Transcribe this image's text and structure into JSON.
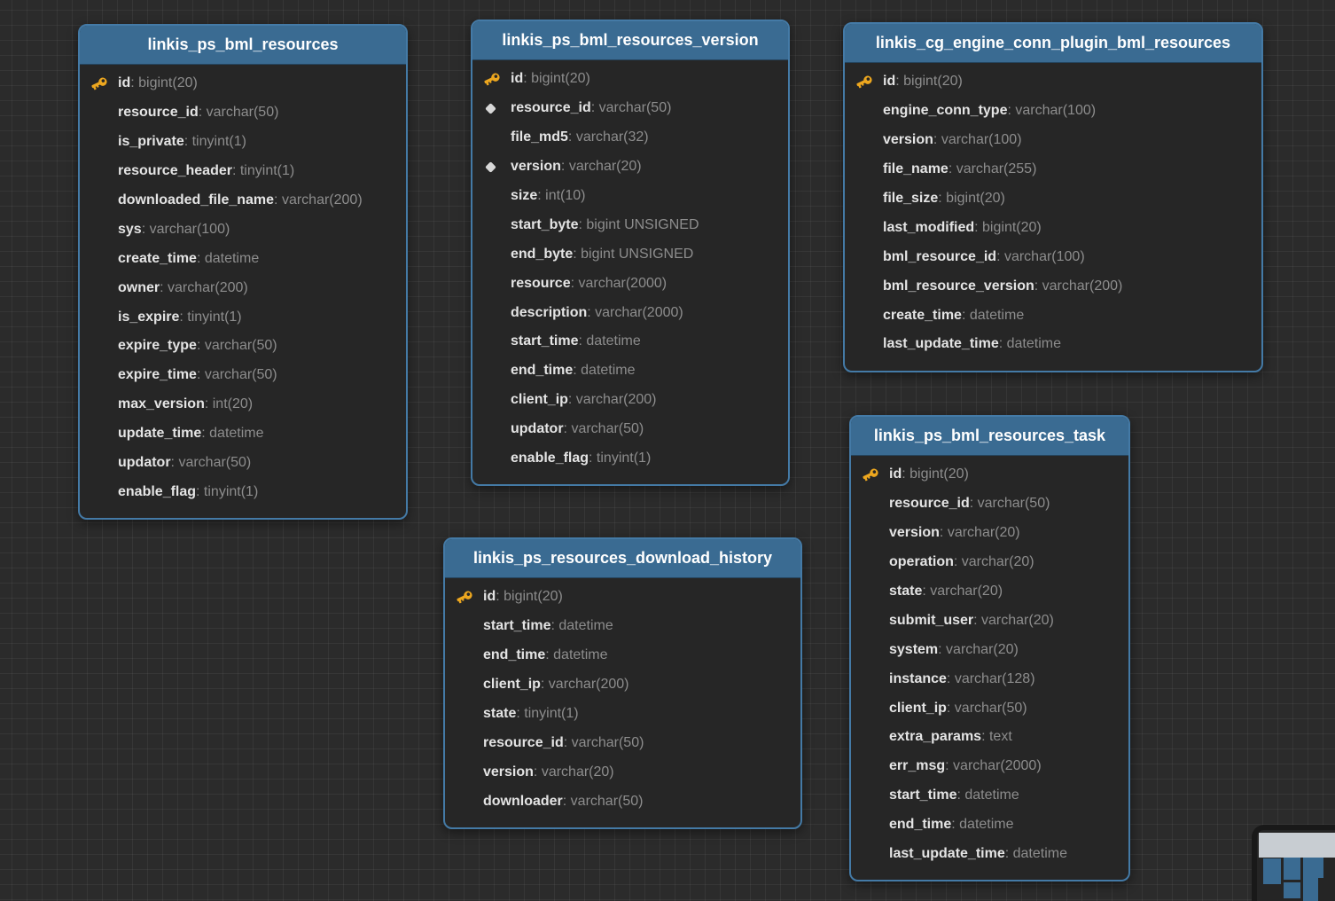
{
  "diagram": {
    "tables": [
      {
        "name": "linkis_ps_bml_resources",
        "fields": [
          {
            "name": "id",
            "type": "bigint(20)",
            "icon": "primary-key"
          },
          {
            "name": "resource_id",
            "type": "varchar(50)",
            "icon": null
          },
          {
            "name": "is_private",
            "type": "tinyint(1)",
            "icon": null
          },
          {
            "name": "resource_header",
            "type": "tinyint(1)",
            "icon": null
          },
          {
            "name": "downloaded_file_name",
            "type": "varchar(200)",
            "icon": null
          },
          {
            "name": "sys",
            "type": "varchar(100)",
            "icon": null
          },
          {
            "name": "create_time",
            "type": "datetime",
            "icon": null
          },
          {
            "name": "owner",
            "type": "varchar(200)",
            "icon": null
          },
          {
            "name": "is_expire",
            "type": "tinyint(1)",
            "icon": null
          },
          {
            "name": "expire_type",
            "type": "varchar(50)",
            "icon": null
          },
          {
            "name": "expire_time",
            "type": "varchar(50)",
            "icon": null
          },
          {
            "name": "max_version",
            "type": "int(20)",
            "icon": null
          },
          {
            "name": "update_time",
            "type": "datetime",
            "icon": null
          },
          {
            "name": "updator",
            "type": "varchar(50)",
            "icon": null
          },
          {
            "name": "enable_flag",
            "type": "tinyint(1)",
            "icon": null
          }
        ]
      },
      {
        "name": "linkis_ps_bml_resources_version",
        "fields": [
          {
            "name": "id",
            "type": "bigint(20)",
            "icon": "primary-key"
          },
          {
            "name": "resource_id",
            "type": "varchar(50)",
            "icon": "index"
          },
          {
            "name": "file_md5",
            "type": "varchar(32)",
            "icon": null
          },
          {
            "name": "version",
            "type": "varchar(20)",
            "icon": "index"
          },
          {
            "name": "size",
            "type": "int(10)",
            "icon": null
          },
          {
            "name": "start_byte",
            "type": "bigint UNSIGNED",
            "icon": null
          },
          {
            "name": "end_byte",
            "type": "bigint UNSIGNED",
            "icon": null
          },
          {
            "name": "resource",
            "type": "varchar(2000)",
            "icon": null
          },
          {
            "name": "description",
            "type": "varchar(2000)",
            "icon": null
          },
          {
            "name": "start_time",
            "type": "datetime",
            "icon": null
          },
          {
            "name": "end_time",
            "type": "datetime",
            "icon": null
          },
          {
            "name": "client_ip",
            "type": "varchar(200)",
            "icon": null
          },
          {
            "name": "updator",
            "type": "varchar(50)",
            "icon": null
          },
          {
            "name": "enable_flag",
            "type": "tinyint(1)",
            "icon": null
          }
        ]
      },
      {
        "name": "linkis_cg_engine_conn_plugin_bml_resources",
        "fields": [
          {
            "name": "id",
            "type": "bigint(20)",
            "icon": "primary-key"
          },
          {
            "name": "engine_conn_type",
            "type": "varchar(100)",
            "icon": null
          },
          {
            "name": "version",
            "type": "varchar(100)",
            "icon": null
          },
          {
            "name": "file_name",
            "type": "varchar(255)",
            "icon": null
          },
          {
            "name": "file_size",
            "type": "bigint(20)",
            "icon": null
          },
          {
            "name": "last_modified",
            "type": "bigint(20)",
            "icon": null
          },
          {
            "name": "bml_resource_id",
            "type": "varchar(100)",
            "icon": null
          },
          {
            "name": "bml_resource_version",
            "type": "varchar(200)",
            "icon": null
          },
          {
            "name": "create_time",
            "type": "datetime",
            "icon": null
          },
          {
            "name": "last_update_time",
            "type": "datetime",
            "icon": null
          }
        ]
      },
      {
        "name": "linkis_ps_resources_download_history",
        "fields": [
          {
            "name": "id",
            "type": "bigint(20)",
            "icon": "primary-key"
          },
          {
            "name": "start_time",
            "type": "datetime",
            "icon": null
          },
          {
            "name": "end_time",
            "type": "datetime",
            "icon": null
          },
          {
            "name": "client_ip",
            "type": "varchar(200)",
            "icon": null
          },
          {
            "name": "state",
            "type": "tinyint(1)",
            "icon": null
          },
          {
            "name": "resource_id",
            "type": "varchar(50)",
            "icon": null
          },
          {
            "name": "version",
            "type": "varchar(20)",
            "icon": null
          },
          {
            "name": "downloader",
            "type": "varchar(50)",
            "icon": null
          }
        ]
      },
      {
        "name": "linkis_ps_bml_resources_task",
        "fields": [
          {
            "name": "id",
            "type": "bigint(20)",
            "icon": "primary-key"
          },
          {
            "name": "resource_id",
            "type": "varchar(50)",
            "icon": null
          },
          {
            "name": "version",
            "type": "varchar(20)",
            "icon": null
          },
          {
            "name": "operation",
            "type": "varchar(20)",
            "icon": null
          },
          {
            "name": "state",
            "type": "varchar(20)",
            "icon": null
          },
          {
            "name": "submit_user",
            "type": "varchar(20)",
            "icon": null
          },
          {
            "name": "system",
            "type": "varchar(20)",
            "icon": null
          },
          {
            "name": "instance",
            "type": "varchar(128)",
            "icon": null
          },
          {
            "name": "client_ip",
            "type": "varchar(50)",
            "icon": null
          },
          {
            "name": "extra_params",
            "type": "text",
            "icon": null
          },
          {
            "name": "err_msg",
            "type": "varchar(2000)",
            "icon": null
          },
          {
            "name": "start_time",
            "type": "datetime",
            "icon": null
          },
          {
            "name": "end_time",
            "type": "datetime",
            "icon": null
          },
          {
            "name": "last_update_time",
            "type": "datetime",
            "icon": null
          }
        ]
      }
    ]
  },
  "icons": {
    "primary_key": "key-icon",
    "index": "diamond-icon"
  },
  "colors": {
    "canvas_bg": "#2b2b2b",
    "card_body_bg": "#262626",
    "header_blue": "#3a6b92",
    "card_border_blue": "#447aa6",
    "title_color": "#ffffff",
    "field_name_color": "#e4e4e4",
    "field_type_color": "#8d8d8d",
    "key_gold": "#eda71f",
    "index_diamond_gray": "#d8d8d8",
    "minimap_viewport_gray": "#c8cdd2",
    "minimap_table_blue": "#3a6b92"
  }
}
